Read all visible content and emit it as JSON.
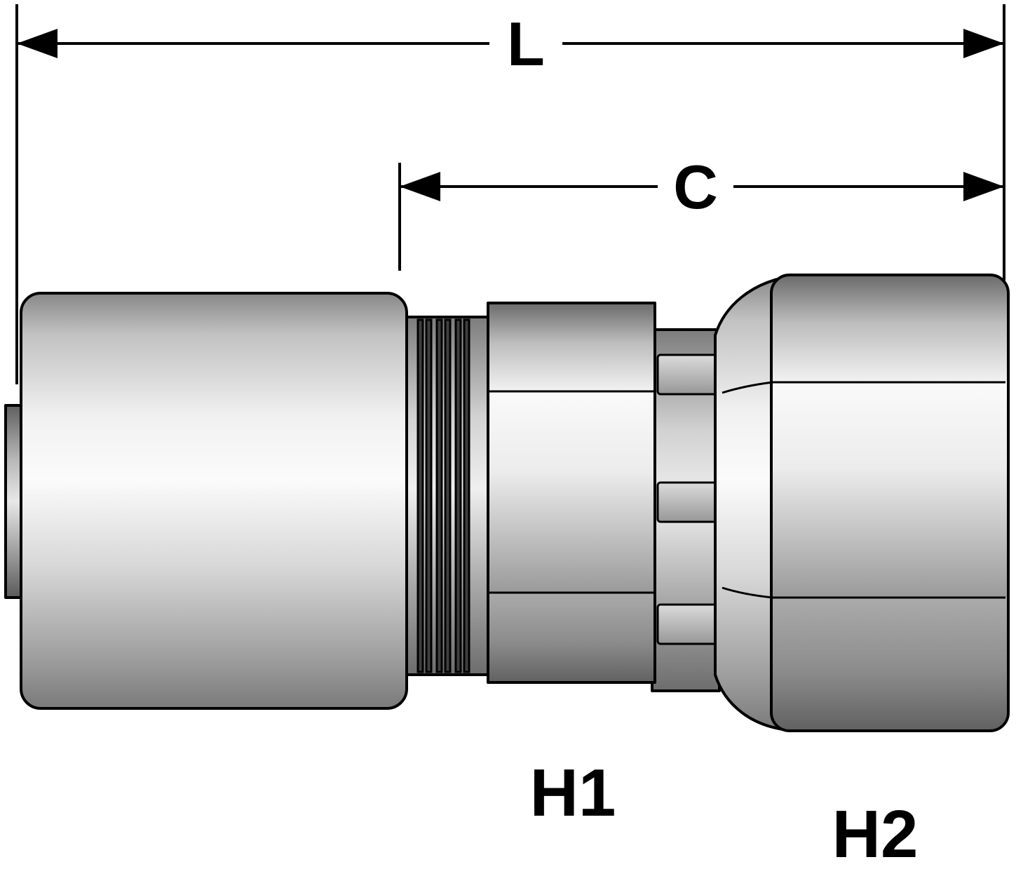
{
  "diagram": {
    "dimensions": {
      "overall_length_label": "L",
      "cutoff_length_label": "C"
    },
    "hex_labels": {
      "h1": "H1",
      "h2": "H2"
    }
  },
  "colors": {
    "background": "#ffffff",
    "line": "#000000",
    "metal_light": "#fafafa",
    "metal_mid": "#c6c6c6",
    "metal_dark": "#6e6e6e"
  }
}
